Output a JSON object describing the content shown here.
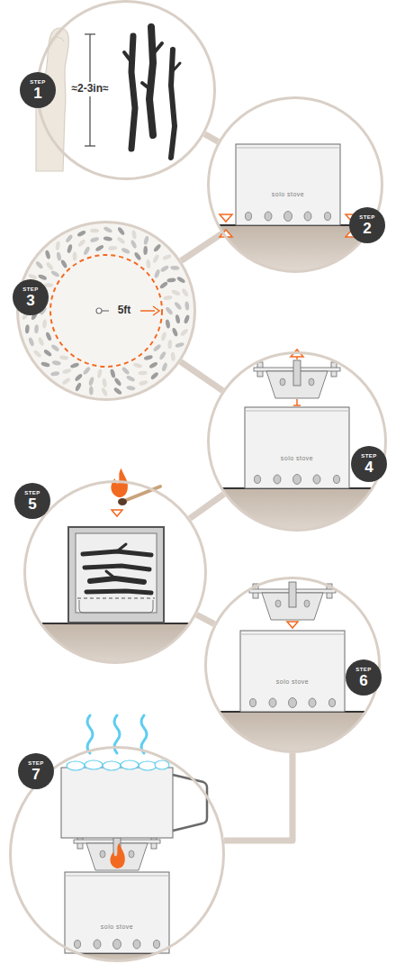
{
  "diagram": {
    "nodes": [
      {
        "text": [
          "≈2-3in≈"
        ]
      },
      {
        "text": [
          "STEP",
          "1"
        ],
        "in": 0
      },
      {
        "text": [
          "solo stove"
        ]
      },
      {
        "text": [
          "STEP",
          "2"
        ],
        "in": 2
      },
      {
        "text": [
          "5ft"
        ]
      },
      {
        "text": [
          "STEP",
          "3"
        ],
        "in": 4
      },
      {
        "text": [
          "solo stove"
        ]
      },
      {
        "text": [
          "STEP",
          "4"
        ],
        "in": 6
      },
      {
        "text": []
      },
      {
        "text": [
          "STEP",
          "5"
        ],
        "in": 8
      },
      {
        "text": [
          "solo stove"
        ]
      },
      {
        "text": [
          "STEP",
          "6"
        ],
        "in": 10
      },
      {
        "text": [
          "solo stove"
        ]
      },
      {
        "text": [
          "STEP",
          "7"
        ],
        "in": 12
      }
    ],
    "edges": [
      {
        "from": 0,
        "to": 2,
        "arrow": "none"
      },
      {
        "from": 2,
        "to": 4,
        "arrow": "none"
      },
      {
        "from": 4,
        "to": 6,
        "arrow": "none"
      },
      {
        "from": 6,
        "to": 8,
        "arrow": "none"
      },
      {
        "from": 8,
        "to": 10,
        "arrow": "none"
      },
      {
        "from": 10,
        "to": 12,
        "arrow": "none"
      }
    ]
  }
}
